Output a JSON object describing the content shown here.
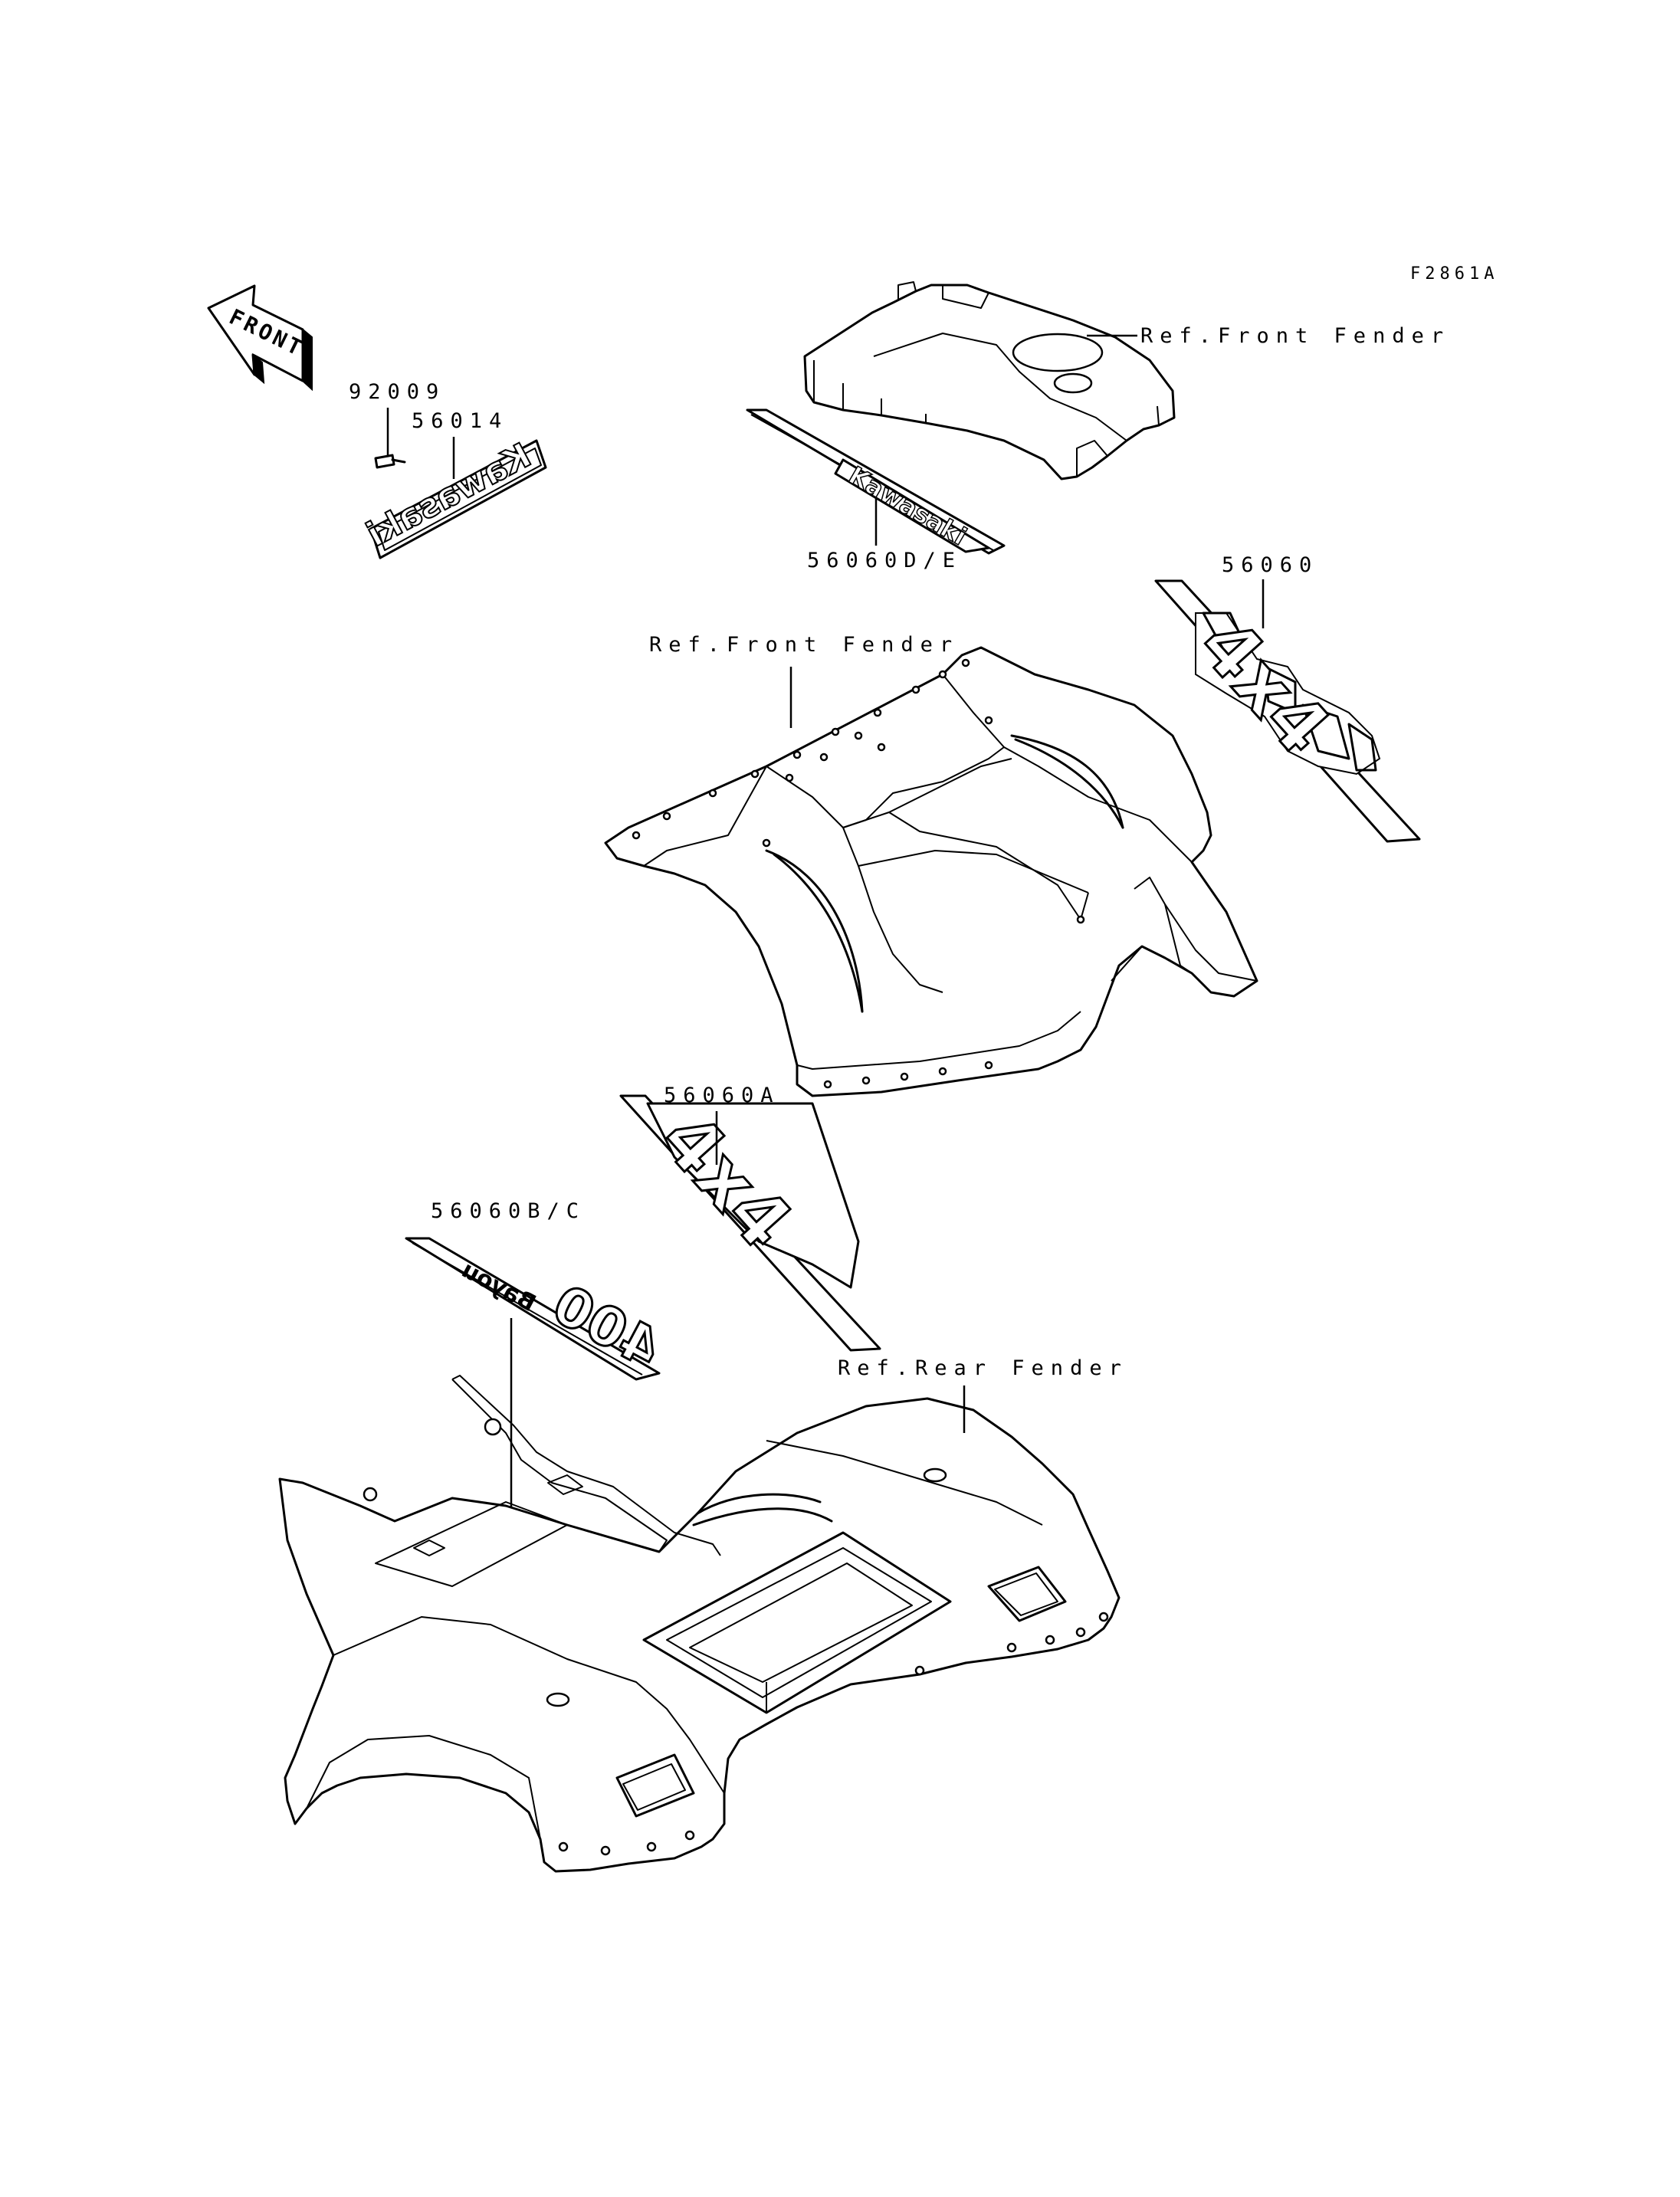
{
  "figure_id": "F2861A",
  "front_arrow_label": "FRONT",
  "callouts": {
    "p92009": "92009",
    "p56014": "56014",
    "p56060de": "56060D/E",
    "p56060": "56060",
    "p56060a": "56060A",
    "p56060bc": "56060B/C",
    "ref_front_fender_top": "Ref.Front Fender",
    "ref_front_fender_main": "Ref.Front Fender",
    "ref_rear_fender": "Ref.Rear Fender"
  },
  "decal_text": {
    "kawasaki_emblem": "Kawasaki",
    "kawasaki_stripe": "Kawasaki",
    "model_4x4": "4x4",
    "model_400": "400",
    "model_prefix": "Bayou"
  }
}
